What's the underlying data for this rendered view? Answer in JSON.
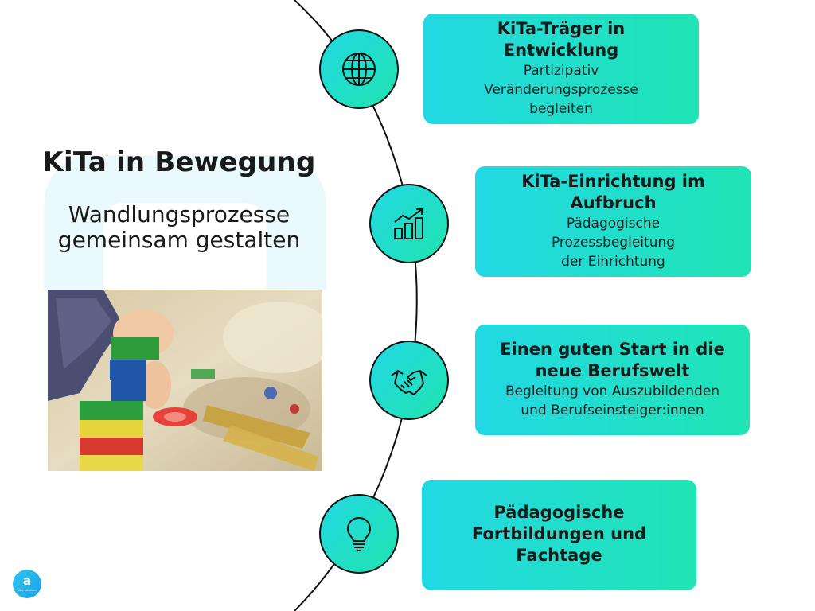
{
  "header": {
    "title": "KiTa in Bewegung",
    "subtitle_line1": "Wandlungsprozesse",
    "subtitle_line2": "gemeinsam gestalten"
  },
  "icons": [
    "globe-icon",
    "growth-chart-icon",
    "handshake-icon",
    "lightbulb-icon"
  ],
  "cards": [
    {
      "title_line1": "KiTa-Träger in",
      "title_line2": "Entwicklung",
      "lines": [
        "Partizipativ",
        "Veränderungsprozesse",
        "begleiten"
      ]
    },
    {
      "title_line1": "KiTa-Einrichtung im",
      "title_line2": "Aufbruch",
      "lines": [
        "Pädagogische",
        "Prozessbegleitung",
        "der Einrichtung"
      ]
    },
    {
      "title_line1": "Einen guten Start in die",
      "title_line2": "neue Berufswelt",
      "lines": [
        "Begleitung von Auszubildenden",
        "und Berufseinsteiger:innen"
      ]
    },
    {
      "title_line1": "Pädagogische",
      "title_line2": "Fortbildungen und",
      "title_line3": "Fachtage"
    }
  ],
  "logo": {
    "mark": "a",
    "sub": "alba solutions"
  },
  "colors": {
    "accent_start": "#22d8e2",
    "accent_end": "#20e3b0",
    "text": "#1a1a1a"
  }
}
